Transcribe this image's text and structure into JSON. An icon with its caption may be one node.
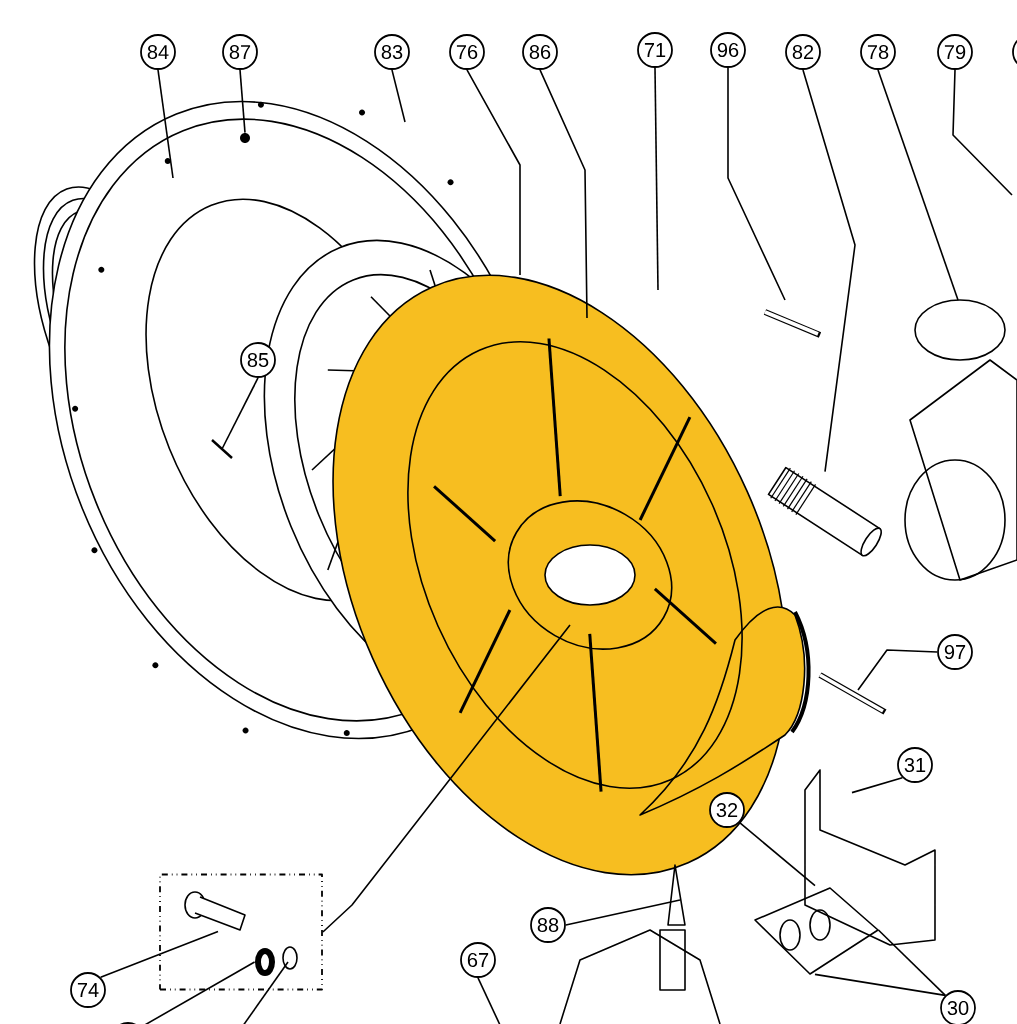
{
  "diagram": {
    "nodes": [
      {
        "text": [
          "84"
        ]
      },
      {
        "text": [
          "87"
        ]
      },
      {
        "text": [
          "83"
        ]
      },
      {
        "text": [
          "76"
        ]
      },
      {
        "text": [
          "86"
        ]
      },
      {
        "text": [
          "71"
        ]
      },
      {
        "text": [
          "96"
        ]
      },
      {
        "text": [
          "82"
        ]
      },
      {
        "text": [
          "78"
        ]
      },
      {
        "text": [
          "79"
        ]
      },
      {
        "text": [],
        "shape": "circle"
      },
      {
        "text": [
          "85"
        ]
      },
      {
        "text": [
          "97"
        ]
      },
      {
        "text": [
          "31"
        ]
      },
      {
        "text": [
          "32"
        ]
      },
      {
        "text": [],
        "shape": "box"
      },
      {
        "text": [
          "88"
        ]
      },
      {
        "text": [
          "67"
        ]
      },
      {
        "text": [
          "74"
        ]
      },
      {
        "text": [],
        "shape": "circle"
      },
      {
        "text": [
          "30"
        ]
      },
      {
        "text": [],
        "shape": "circle"
      },
      {
        "text": [],
        "shape": "picture"
      },
      {
        "text": [],
        "shape": "picture"
      },
      {
        "text": [],
        "shape": "picture",
        "in": 15
      },
      {
        "text": [],
        "shape": "circle",
        "in": 15
      },
      {
        "text": [],
        "shape": "picture"
      },
      {
        "text": [],
        "shape": "picture"
      }
    ],
    "edges": [
      {
        "from": 0,
        "to": null,
        "arrow": "none"
      },
      {
        "from": 1,
        "to": 21,
        "arrow": "none"
      },
      {
        "from": 2,
        "to": null,
        "arrow": "none"
      },
      {
        "from": 3,
        "to": null,
        "arrow": "none"
      },
      {
        "from": 4,
        "to": null,
        "arrow": "none"
      },
      {
        "from": 5,
        "to": null,
        "arrow": "none"
      },
      {
        "from": 6,
        "to": null,
        "arrow": "none"
      },
      {
        "from": 7,
        "to": 22,
        "arrow": "none"
      },
      {
        "from": 8,
        "to": null,
        "arrow": "none"
      },
      {
        "from": 9,
        "to": null,
        "arrow": "none"
      },
      {
        "from": 11,
        "to": 26,
        "arrow": "none"
      },
      {
        "from": 12,
        "to": null,
        "arrow": "none"
      },
      {
        "from": 13,
        "to": 27,
        "arrow": "none"
      },
      {
        "from": 14,
        "to": 23,
        "arrow": "none"
      },
      {
        "from": 20,
        "to": 23,
        "arrow": "none"
      },
      {
        "from": 20,
        "to": 23,
        "arrow": "none"
      },
      {
        "from": 16,
        "to": null,
        "arrow": "none"
      },
      {
        "from": 17,
        "to": null,
        "arrow": "none"
      },
      {
        "from": 18,
        "to": 24,
        "arrow": "none"
      },
      {
        "from": 19,
        "to": 25,
        "arrow": "none"
      },
      {
        "from": 15,
        "to": null,
        "arrow": "none"
      }
    ]
  }
}
